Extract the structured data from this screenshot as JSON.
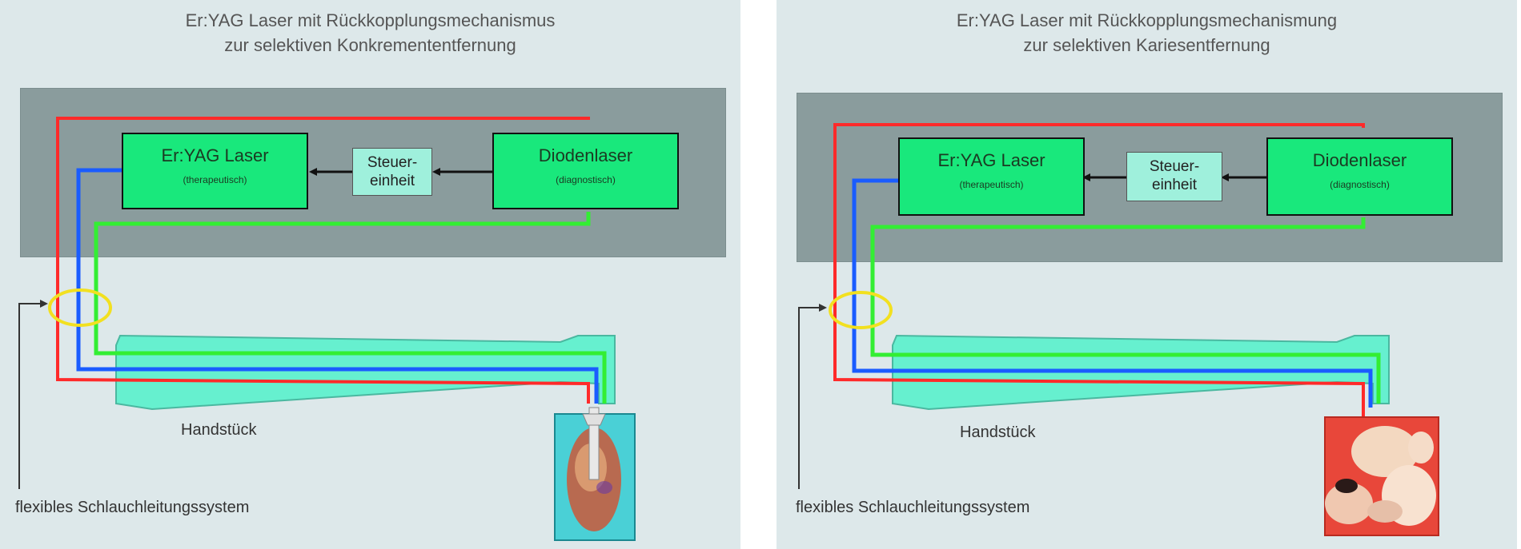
{
  "panels": [
    {
      "title_line1": "Er:YAG Laser mit Rückkopplungsmechanismus",
      "title_line2": "zur selektiven Konkremententfernung",
      "laser_name": "Er:YAG Laser",
      "laser_sub": "(therapeutisch)",
      "control_line1": "Steuer-",
      "control_line2": "einheit",
      "diode_name": "Diodenlaser",
      "diode_sub": "(diagnostisch)",
      "handpiece_label": "Handstück",
      "hose_label": "flexibles Schlauchleitungssystem"
    },
    {
      "title_line1": "Er:YAG Laser mit Rückkopplungsmechanismung",
      "title_line2": "zur selektiven Kariesentfernung",
      "laser_name": "Er:YAG Laser",
      "laser_sub": "(therapeutisch)",
      "control_line1": "Steuer-",
      "control_line2": "einheit",
      "diode_name": "Diodenlaser",
      "diode_sub": "(diagnostisch)",
      "handpiece_label": "Handstück",
      "hose_label": "flexibles Schlauchleitungssystem"
    }
  ],
  "colors": {
    "background": "#dde8ea",
    "unit_box": "#8a9c9d",
    "laser_block": "#19e87c",
    "control_unit": "#9ff0dc",
    "handpiece": "#66f0cf",
    "red_line": "#ff2a2a",
    "blue_line": "#1a5cff",
    "green_line": "#33ee33",
    "ring": "#f2e020"
  }
}
